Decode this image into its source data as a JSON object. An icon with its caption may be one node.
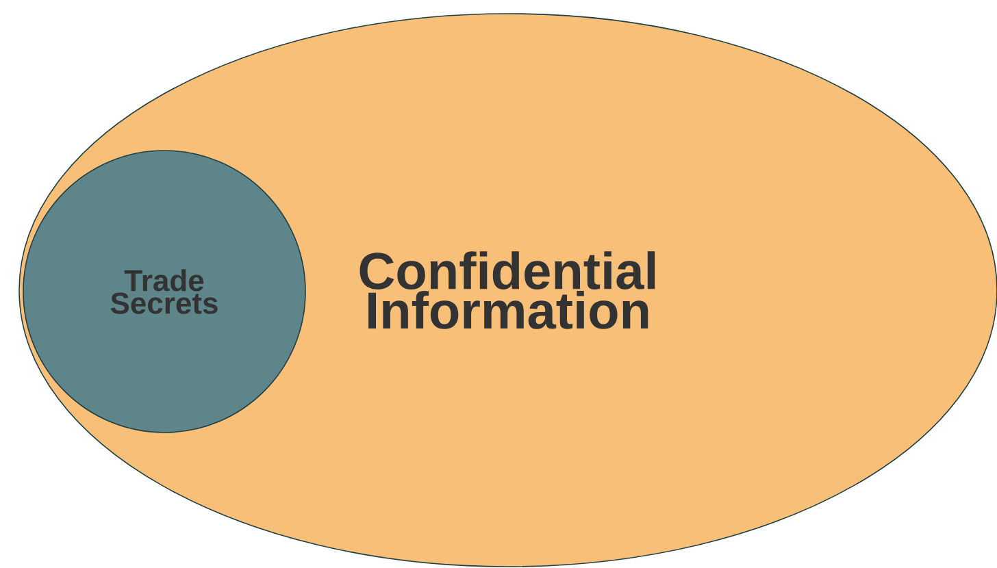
{
  "diagram": {
    "nodes": [
      {
        "text": [
          "Confidential Information"
        ]
      },
      {
        "text": [
          "Trade Secrets"
        ],
        "in": 0
      }
    ]
  }
}
